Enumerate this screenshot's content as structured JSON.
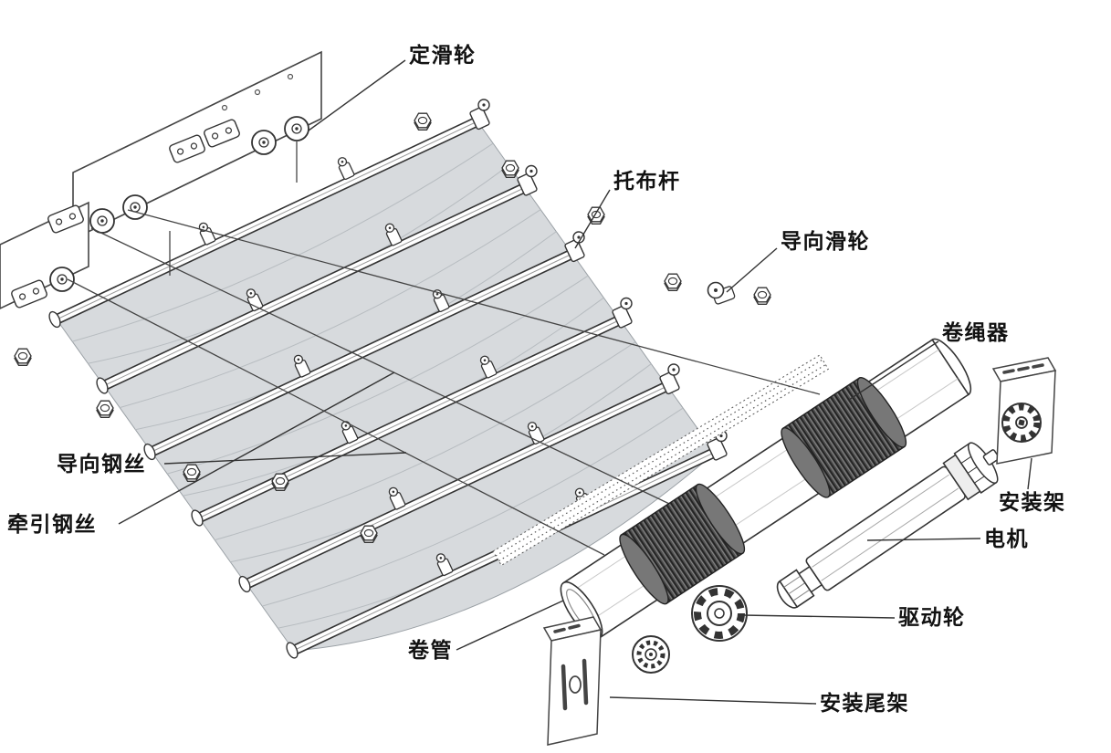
{
  "diagram": {
    "type": "exploded-assembly-diagram",
    "labels": {
      "fixed_pulley": "定滑轮",
      "fabric_support_rod": "托布杆",
      "guide_pulley": "导向滑轮",
      "cord_winder": "卷绳器",
      "mounting_bracket": "安装架",
      "motor": "电机",
      "drive_wheel": "驱动轮",
      "mounting_tail_bracket": "安装尾架",
      "roller_tube": "卷管",
      "traction_wire": "牵引钢丝",
      "guide_wire": "导向钢丝"
    },
    "colors": {
      "line": "#333333",
      "fabric": "#d7dadd",
      "drum": "#4f4f4f",
      "background": "#ffffff"
    }
  }
}
